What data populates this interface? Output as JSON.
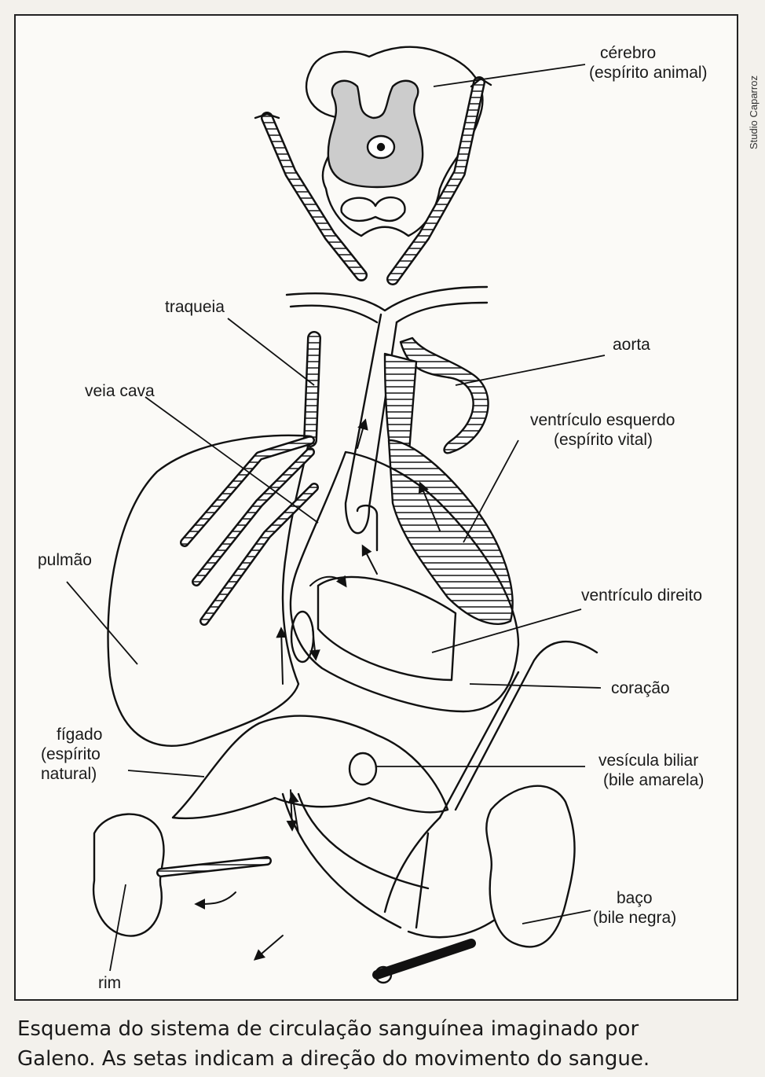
{
  "credit": "Studio Caparroz",
  "labels": {
    "cerebro": {
      "line1": "cérebro",
      "line2": "(espírito animal)"
    },
    "traqueia": "traqueia",
    "aorta": "aorta",
    "veia_cava": "veia cava",
    "ventriculo_esquerdo": {
      "line1": "ventrículo esquerdo",
      "line2": "(espírito vital)"
    },
    "pulmao": "pulmão",
    "ventriculo_direito": "ventrículo direito",
    "coracao": "coração",
    "figado": {
      "line1": "fígado",
      "line2": "(espírito",
      "line3": "natural)"
    },
    "vesicula": {
      "line1": "vesícula biliar",
      "line2": "(bile amarela)"
    },
    "baco": {
      "line1": "baço",
      "line2": "(bile negra)"
    },
    "rim": "rim"
  },
  "caption": {
    "line1": "Esquema do sistema de circulação sanguínea imaginado por",
    "line2": "Galeno. As setas indicam a direção do movimento do sangue."
  }
}
